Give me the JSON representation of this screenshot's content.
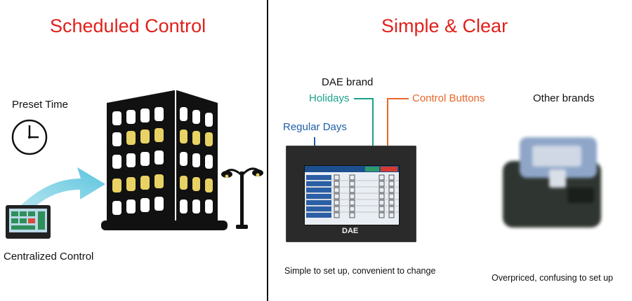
{
  "left": {
    "title": "Scheduled Control",
    "preset_time_label": "Preset Time",
    "centralized_label": "Centralized Control"
  },
  "right": {
    "title": "Simple & Clear",
    "dae_brand_label": "DAE brand",
    "holidays_label": "Holidays",
    "control_buttons_label": "Control Buttons",
    "regular_days_label": "Regular Days",
    "other_brands_label": "Other brands",
    "dae_caption": "Simple to set up, convenient to change",
    "other_caption": "Overpriced, confusing to set up",
    "device_logo": "DAE"
  },
  "colors": {
    "title": "#e0211b",
    "holidays": "#1aa38a",
    "control_buttons": "#e8672a",
    "regular_days": "#1f5fa8",
    "window_lit": "#e8d263"
  }
}
